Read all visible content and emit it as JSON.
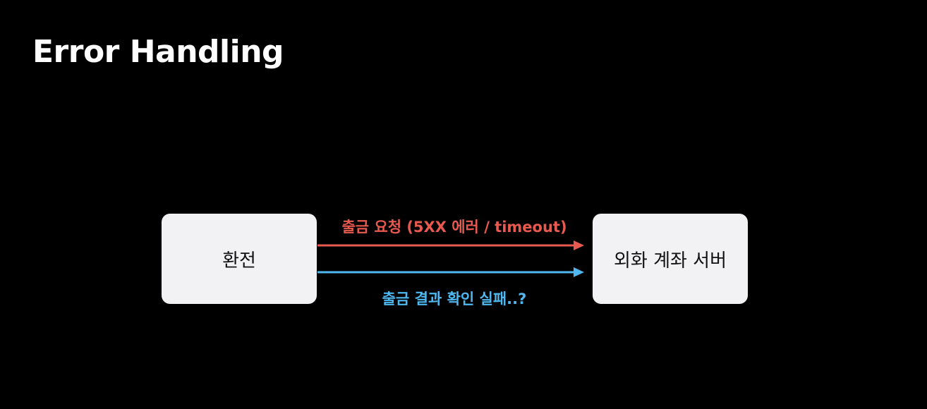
{
  "slide": {
    "title": "Error Handling"
  },
  "diagram": {
    "nodes": [
      {
        "id": "exchange",
        "label": "환전"
      },
      {
        "id": "fx-account-server",
        "label": "외화 계좌 서버"
      }
    ],
    "edges": [
      {
        "from": "exchange",
        "to": "fx-account-server",
        "label": "출금 요청 (5XX 에러 / timeout)",
        "color": "#e85a4f"
      },
      {
        "from": "exchange",
        "to": "fx-account-server",
        "label": "출금 결과 확인 실패..?",
        "color": "#4fb8f0"
      }
    ]
  },
  "colors": {
    "background": "#000000",
    "node_fill": "#f2f2f4",
    "node_text": "#111111",
    "title_text": "#ffffff"
  }
}
